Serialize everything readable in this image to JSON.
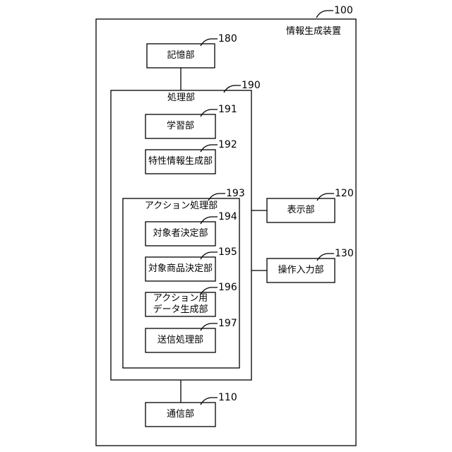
{
  "device": {
    "title": "情報生成装置",
    "ref": "100"
  },
  "storage": {
    "label": "記憶部",
    "ref": "180"
  },
  "processing": {
    "label": "処理部",
    "ref": "190"
  },
  "learning": {
    "label": "学習部",
    "ref": "191"
  },
  "characteristic": {
    "label": "特性情報生成部",
    "ref": "192"
  },
  "action_processing": {
    "label": "アクション処理部",
    "ref": "193"
  },
  "target_person": {
    "label": "対象者決定部",
    "ref": "194"
  },
  "target_product": {
    "label": "対象商品決定部",
    "ref": "195"
  },
  "action_data": {
    "line1": "アクション用",
    "line2": "データ生成部",
    "ref": "196"
  },
  "transmission": {
    "label": "送信処理部",
    "ref": "197"
  },
  "display": {
    "label": "表示部",
    "ref": "120"
  },
  "operation_input": {
    "label": "操作入力部",
    "ref": "130"
  },
  "communication": {
    "label": "通信部",
    "ref": "110"
  }
}
